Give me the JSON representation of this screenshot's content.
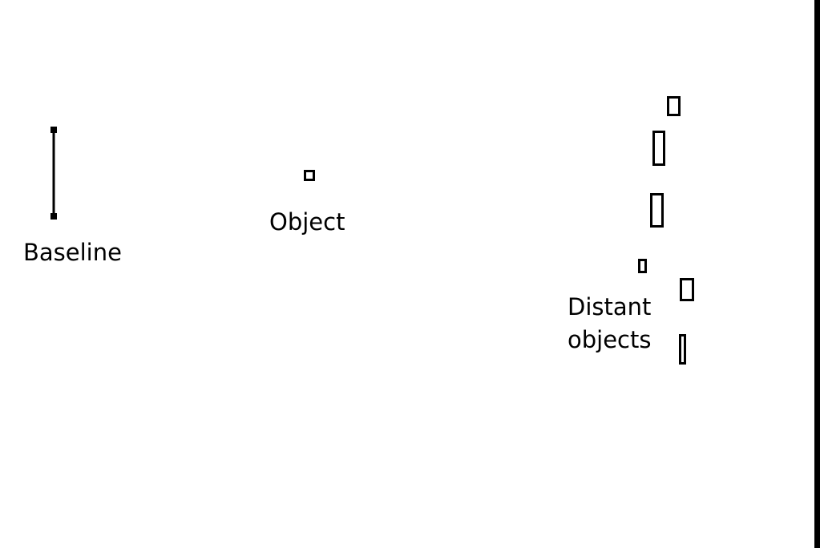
{
  "colors": {
    "background": "#ffffff",
    "ink": "#000000",
    "border": "#000000"
  },
  "labels": {
    "baseline": "Baseline",
    "object": "Object",
    "distant_line1": "Distant",
    "distant_line2": "objects"
  }
}
